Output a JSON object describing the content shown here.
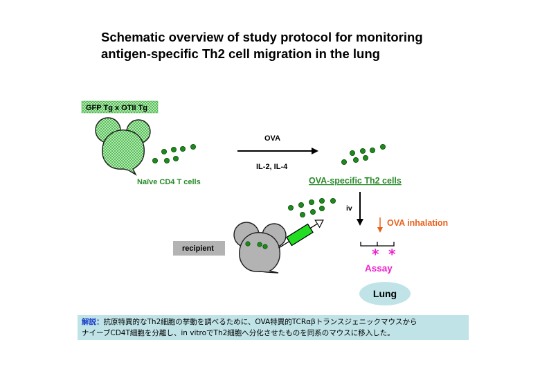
{
  "title": {
    "line1": "Schematic overview of study protocol for monitoring",
    "line2": "antigen-specific Th2 cell migration in the lung"
  },
  "labels": {
    "donor_strain": "GFP Tg x OTII Tg",
    "naive_cells": "Naïve CD4 T cells",
    "ova_top": "OVA",
    "cytokines": "IL-2, IL-4",
    "th2_cells": "OVA-specific Th2 cells",
    "iv": "iv",
    "inhalation": "OVA inhalation",
    "recipient": "recipient",
    "assay": "Assay",
    "lung": "Lung"
  },
  "note": {
    "label": "解説：",
    "line1": "抗原特異的なTh2細胞の挙動を調べるために、OVA特異的TCRαβトランスジェニックマウスから",
    "line2": "ナイーブCD4T細胞を分離し、in vitroでTh2細胞へ分化させたものを同系のマウスに移入した。"
  },
  "colors": {
    "cell_green": "#1e8a1e",
    "mouse_green_hatch": "#5cc85c",
    "label_green": "#2a8a2a",
    "inhalation_orange": "#e8601c",
    "assay_magenta": "#ee22cc",
    "lung_fill": "#bfe3e6",
    "recipient_gray": "#b3b3b3",
    "syringe_green": "#22dd22"
  },
  "icons": {
    "donor_mouse": "green-hatched-mouse",
    "recipient_mouse": "gray-mouse",
    "syringe": "syringe-icon",
    "assay_marks": "star-icon"
  }
}
